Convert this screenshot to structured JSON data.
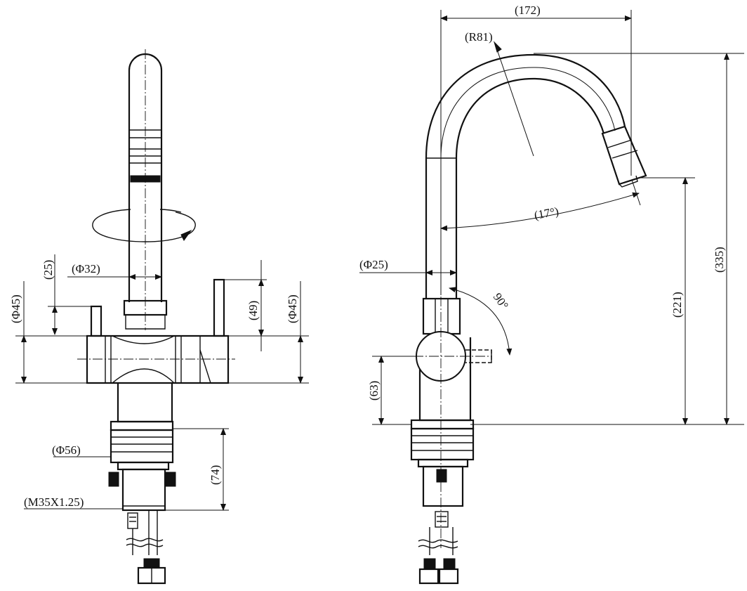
{
  "dimensions": {
    "top_width": "(172)",
    "radius": "(R81)",
    "angle_17": "(17°)",
    "angle_90": "90°",
    "total_height": "(335)",
    "spout_height": "(221)",
    "lever_height": "(63)",
    "spout_dia_side": "(Φ25)",
    "spout_dia_front": "(Φ32)",
    "handle_len": "(25)",
    "body_dia_left": "(Φ45)",
    "body_dia_right": "(Φ45)",
    "handle_height": "(49)",
    "base_dia": "(Φ56)",
    "shank_len": "(74)",
    "thread": "(M35X1.25)"
  }
}
